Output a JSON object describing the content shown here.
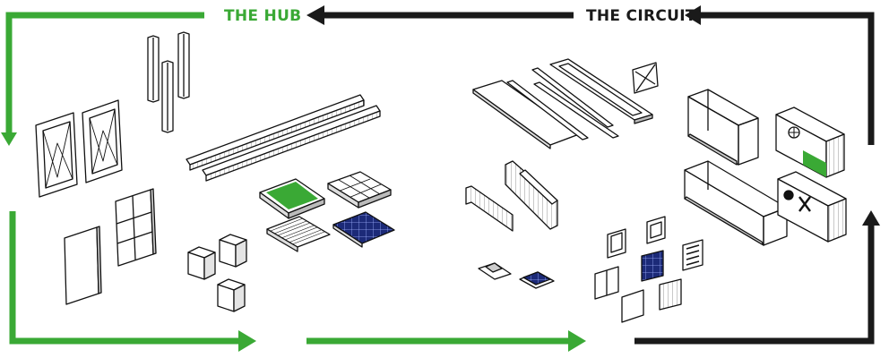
{
  "labels": {
    "hub": "THE HUB",
    "circuit": "THE CIRCUIT"
  },
  "colors": {
    "hub_green": "#3aa935",
    "circuit_black": "#1a1a1a",
    "solar_blue": "#1c2a78",
    "panel_green": "#3aa935",
    "line": "#111111",
    "face": "#ffffff",
    "shade": "#d9d9d9"
  },
  "flow": [
    {
      "from": "hub",
      "to": "circuit",
      "direction": "right"
    },
    {
      "from": "circuit",
      "to": "hub",
      "direction": "left"
    }
  ],
  "icons": [
    "arrow-icon",
    "shipping-container-icon",
    "solar-panel-icon",
    "window-icon",
    "door-icon",
    "staircase-icon",
    "steel-beam-icon"
  ]
}
